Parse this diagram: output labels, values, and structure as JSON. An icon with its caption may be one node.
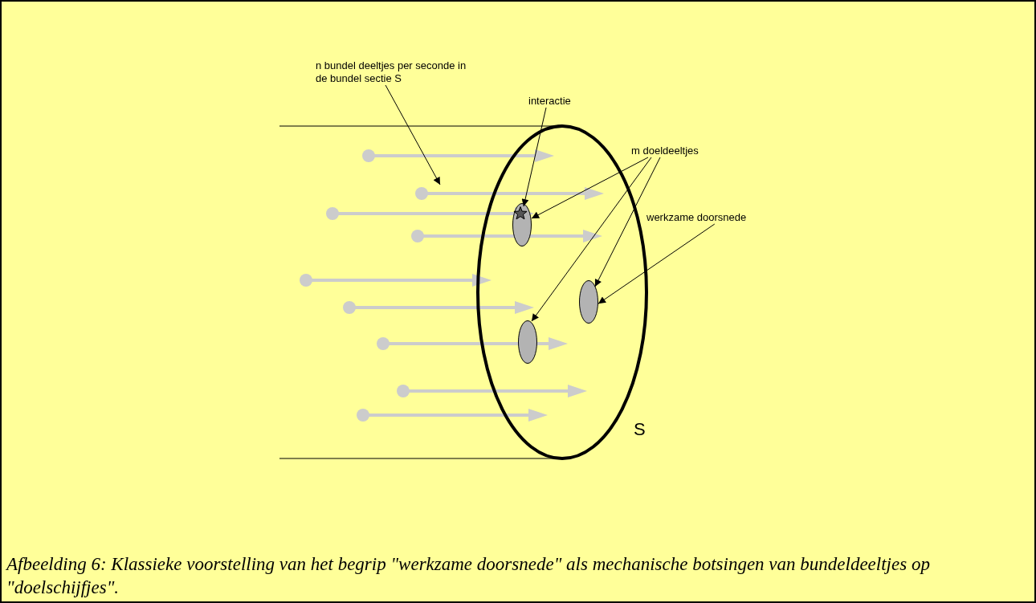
{
  "diagram": {
    "caption": "Afbeelding 6: Klassieke voorstelling van het begrip \"werkzame doorsnede\" als mechanische botsingen van bundeldeeltjes op \"doelschijfjes\".",
    "nodes": [
      {
        "text": [
          "n bundel deeltjes per seconde in de bundel sectie S"
        ]
      },
      {
        "text": [
          "interactie"
        ]
      },
      {
        "text": [
          "m doeldeeltjes"
        ]
      },
      {
        "text": [
          "werkzame doorsnede"
        ]
      },
      {
        "text": [
          "S"
        ]
      },
      {
        "text": [],
        "shape": "ellipse",
        "in": 4
      },
      {
        "text": [],
        "shape": "star",
        "in": 5
      },
      {
        "text": [],
        "shape": "ellipse",
        "in": 4
      },
      {
        "text": [],
        "shape": "ellipse",
        "in": 4
      }
    ],
    "edges": [
      {
        "from": 0,
        "to": null,
        "arrow": "to"
      },
      {
        "from": 1,
        "to": 6,
        "arrow": "to"
      },
      {
        "from": 2,
        "to": 5,
        "arrow": "to"
      },
      {
        "from": 2,
        "to": 8,
        "arrow": "to"
      },
      {
        "from": 2,
        "to": 7,
        "arrow": "to"
      },
      {
        "from": 3,
        "to": 7,
        "arrow": "to"
      }
    ]
  }
}
